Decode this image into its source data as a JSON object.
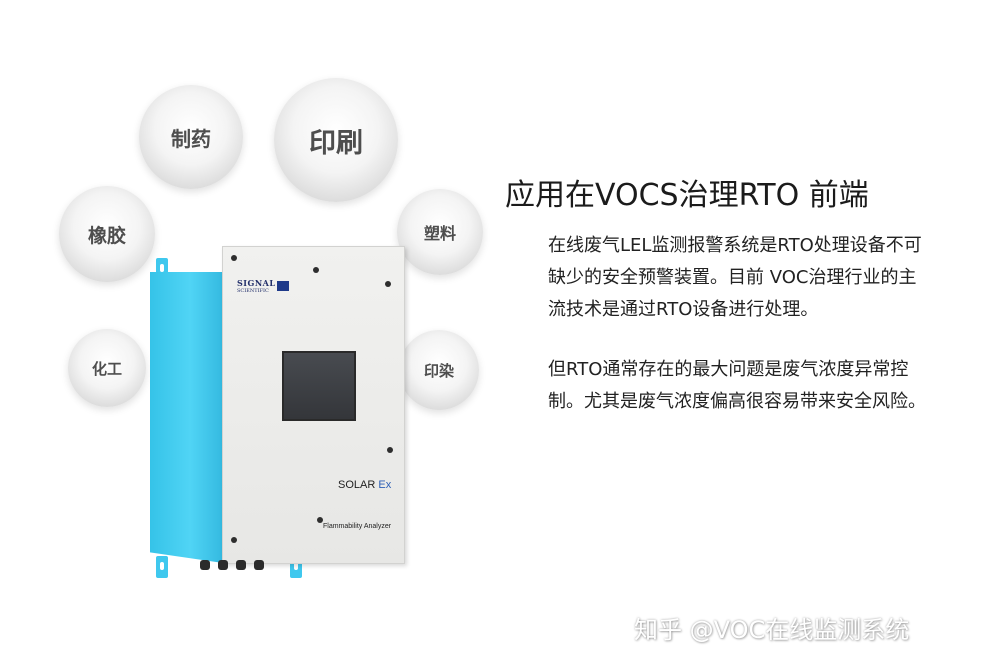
{
  "bubbles": {
    "zhiyao": "制药",
    "yinshua": "印刷",
    "xiangjiao": "橡胶",
    "suliao": "塑料",
    "huagong": "化工",
    "yinran": "印染"
  },
  "device": {
    "brand": "SIGNAL",
    "brand_sub": "SCIENTIFIC",
    "model_name": "SOLAR",
    "model_suffix": "Ex",
    "model_desc": "Flammability Analyzer"
  },
  "heading": "应用在VOCS治理RTO 前端",
  "paragraphs": [
    "在线废气LEL监测报警系统是RTO处理设备不可缺少的安全预警装置。目前 VOC治理行业的主流技术是通过RTO设备进行处理。",
    "但RTO通常存在的最大问题是废气浓度异常控制。尤其是废气浓度偏高很容易带来安全风险。"
  ],
  "watermark": "知乎 @VOC在线监测系统",
  "colors": {
    "device_side": "#3fc8ee",
    "device_front": "#ececea",
    "bubble_text": "#4e4e4e"
  }
}
